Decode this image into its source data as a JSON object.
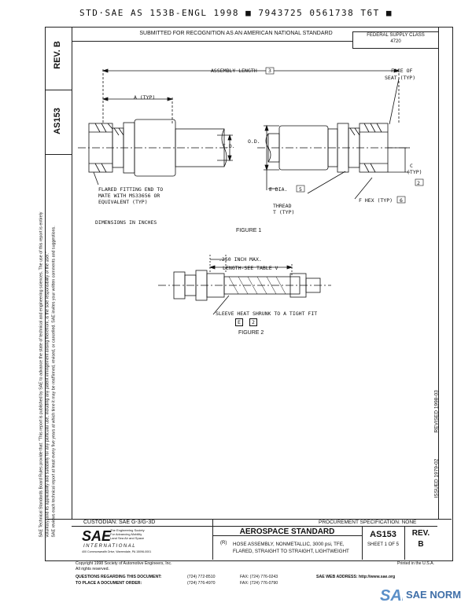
{
  "top_code": "STD·SAE AS 153B-ENGL 1998  ■  7943725 0561738 T6T  ■",
  "side": {
    "rev_label": "REV.",
    "rev_value": "B",
    "doc_number": "AS153",
    "notice_line1": "SAE Technical Standards Board Rules provide that: \"This report is published by SAE to advance the state of technical and engineering sciences. The use of this report is entirely",
    "notice_line2": "voluntary, and its applicability and suitability for any particular use, including any patent infringement arising therefrom, is the sole responsibility of the user.\"",
    "notice_line3": "SAE reviews each technical report at least every five years at which time it may be reaffirmed, revised, or cancelled. SAE invites your written comments and suggestions.",
    "issued": "ISSUED 1979-02",
    "revised": "REVISED 1998-03"
  },
  "header": {
    "submitted": "SUBMITTED FOR RECOGNITION AS AN AMERICAN NATIONAL STANDARD",
    "fed_label": "FEDERAL SUPPLY CLASS",
    "fed_value": "4720"
  },
  "figure1": {
    "assembly_length": "ASSEMBLY LENGTH",
    "ref3": "3",
    "face_of_seat": "FACE OF",
    "seat_typ": "SEAT (TYP)",
    "a_typ": "A (TYP)",
    "id": "I.D.",
    "od": "O.D.",
    "c_label": "C",
    "c_typ": "(TYP)",
    "ref2": "2",
    "e_dia": "E DIA.",
    "thread": "THREAD",
    "t_typ": "T (TYP)",
    "f_hex": "F HEX (TYP)",
    "ref6": "6",
    "flared1": "FLARED FITTING END TO",
    "flared2": "MATE WITH MS33656 OR",
    "flared3": "EQUIVALENT (TYP)",
    "dims": "DIMENSIONS IN INCHES",
    "caption": "FIGURE 1"
  },
  "figure2": {
    "max": ".250 INCH MAX.",
    "length": "LENGTH-SEE TABLE V",
    "sleeve": "SLEEVE HEAT SHRUNK TO A TIGHT FIT",
    "ref_e": "E",
    "ref_2": "2",
    "caption": "FIGURE 2"
  },
  "title_block": {
    "custodian": "CUSTODIAN:  SAE G-3/G-3D",
    "procurement": "PROCUREMENT SPECIFICATION: NONE",
    "aerospace": "AEROSPACE STANDARD",
    "ref_r": "(R)",
    "title1": "HOSE ASSEMBLY, NONMETALLIC, 3000 psi, TFE,",
    "title2": "FLARED, STRAIGHT TO STRAIGHT, LIGHTWEIGHT",
    "doc": "AS153",
    "sheet": "SHEET 1 OF 5",
    "rev": "REV.",
    "rev_val": "B",
    "sae_logo": "SAE",
    "sae_tag1": "The Engineering Society",
    "sae_tag2": "For Advancing Mobility",
    "sae_tag3": "Land Sea Air and Space",
    "sae_intl": "INTERNATIONAL",
    "sae_addr": "400 Commonwealth Drive, Warrendale, PA 15096-0001"
  },
  "footer": {
    "copyright": "Copyright 1998 Society of Automotive Engineers, Inc.",
    "rights": "All rights reserved.",
    "printed": "Printed in the U.S.A.",
    "q1": "QUESTIONS REGARDING THIS DOCUMENT:",
    "q2": "TO PLACE A DOCUMENT ORDER:",
    "tel1": "(724) 772-8510",
    "tel2": "(724) 776-4970",
    "fax1": "FAX: (724) 776-0243",
    "fax2": "FAX: (724) 776-0790",
    "web": "SAE WEB ADDRESS:  http://www.sae.org",
    "watermark": "SAE NORM"
  }
}
